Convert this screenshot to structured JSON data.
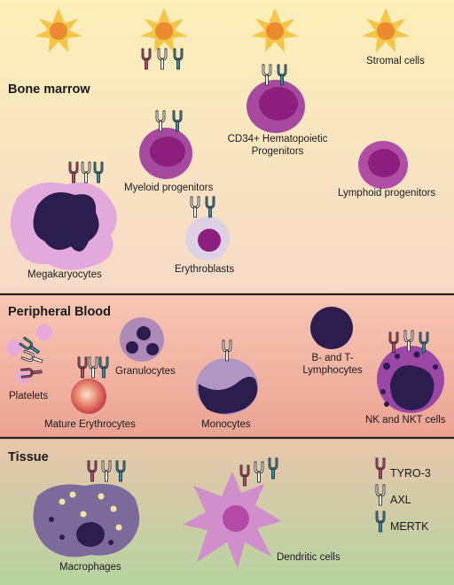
{
  "sections": {
    "bone_marrow": "Bone marrow",
    "peripheral_blood": "Peripheral Blood",
    "tissue": "Tissue"
  },
  "labels": {
    "stromal": "Stromal cells",
    "cd34_line1": "CD34+ Hematopoietic",
    "cd34_line2": "Progenitors",
    "myeloid": "Myeloid progenitors",
    "lymphoid": "Lymphoid progenitors",
    "megakaryocytes": "Megakaryocytes",
    "erythroblasts": "Erythroblasts",
    "platelets": "Platelets",
    "mature_erythrocytes": "Mature Erythrocytes",
    "granulocytes": "Granulocytes",
    "monocytes": "Monocytes",
    "lymphocytes_line1": "B- and T-",
    "lymphocytes_line2": "Lymphocytes",
    "nk": "NK and NKT cells",
    "macrophages": "Macrophages",
    "dendritic": "Dendritic cells"
  },
  "legend": [
    {
      "label": "TYRO-3",
      "color": "#c63d6e"
    },
    {
      "label": "AXL",
      "color": "#ffffff"
    },
    {
      "label": "MERTK",
      "color": "#2a8fb0"
    }
  ],
  "colors": {
    "bone_marrow_top": "#fcefb8",
    "bone_marrow_bottom": "#f6dcc7",
    "blood_top": "#f7c1b0",
    "blood_bottom": "#eaa392",
    "tissue_top": "#e7c7ac",
    "tissue_bottom": "#b9d3a3",
    "receptor_tyro3": "#c63d6e",
    "receptor_axl": "#ffffff",
    "receptor_mertk": "#2a8fb0",
    "cell_purple": "#8c2a86",
    "nucleus_dark": "#2b1d4d"
  }
}
